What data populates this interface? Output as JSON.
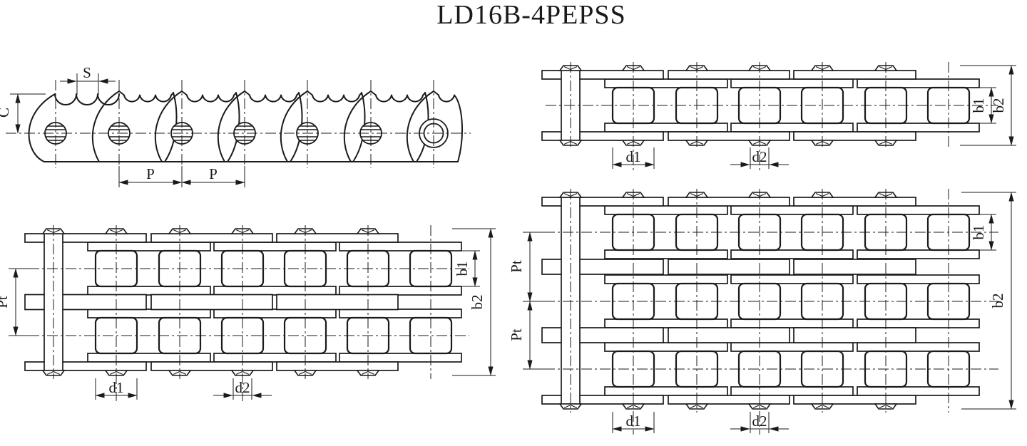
{
  "title": "LD16B-4PEPSS",
  "colors": {
    "line_color": "#1a1a1a",
    "background": "#ffffff"
  },
  "views": {
    "side_elevation": {
      "name": "sharp-top chain side elevation",
      "labels": {
        "s": "S",
        "c": "C",
        "p1": "P",
        "p2": "P"
      }
    },
    "simplex_plan": {
      "name": "single strand plan view",
      "labels": {
        "d1": "d1",
        "d2": "d2",
        "b1": "b1",
        "b2": "b2"
      }
    },
    "duplex_plan": {
      "name": "double strand plan view",
      "labels": {
        "pt": "Pt",
        "d1": "d1",
        "d2": "d2",
        "b1": "b1",
        "b2": "b2"
      }
    },
    "triplex_plan": {
      "name": "triple strand plan view",
      "labels": {
        "pt1": "Pt",
        "pt2": "Pt",
        "d1": "d1",
        "d2": "d2",
        "b1": "b1",
        "b2": "b2"
      }
    }
  }
}
